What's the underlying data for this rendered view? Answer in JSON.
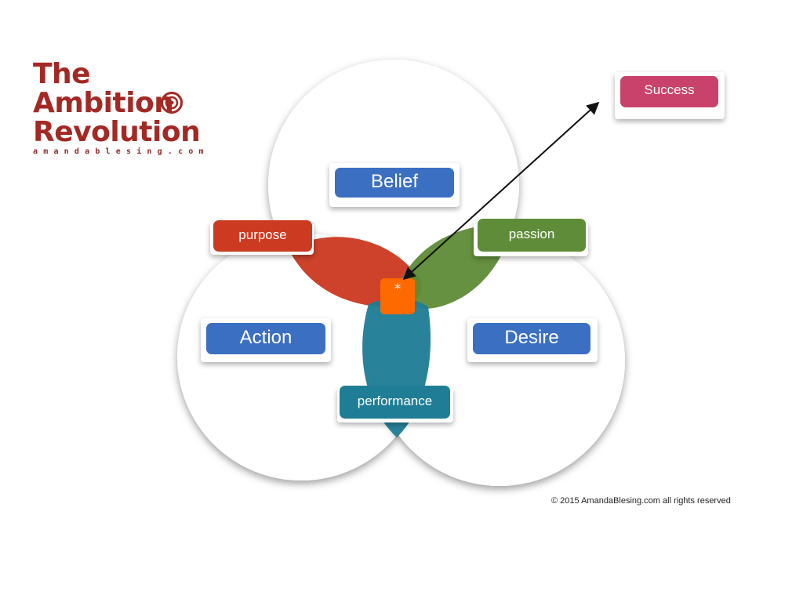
{
  "logo": {
    "line1": "The",
    "line2": "Ambition",
    "line3": "Revolution",
    "url": "amandablesing.com"
  },
  "circles": {
    "top": "Belief",
    "left": "Action",
    "right": "Desire"
  },
  "overlaps": {
    "top_left": "purpose",
    "top_right": "passion",
    "bottom": "performance",
    "center": "*"
  },
  "outcome": "Success",
  "copyright": "© 2015 AmandaBlesing.com all rights reserved",
  "colors": {
    "belief_action_desire": "#3b6fc2",
    "purpose": "#cc3a22",
    "passion": "#5f8c38",
    "performance": "#1f7d95",
    "center": "#ff6a00",
    "success": "#c8426c",
    "logo": "#a32924"
  }
}
